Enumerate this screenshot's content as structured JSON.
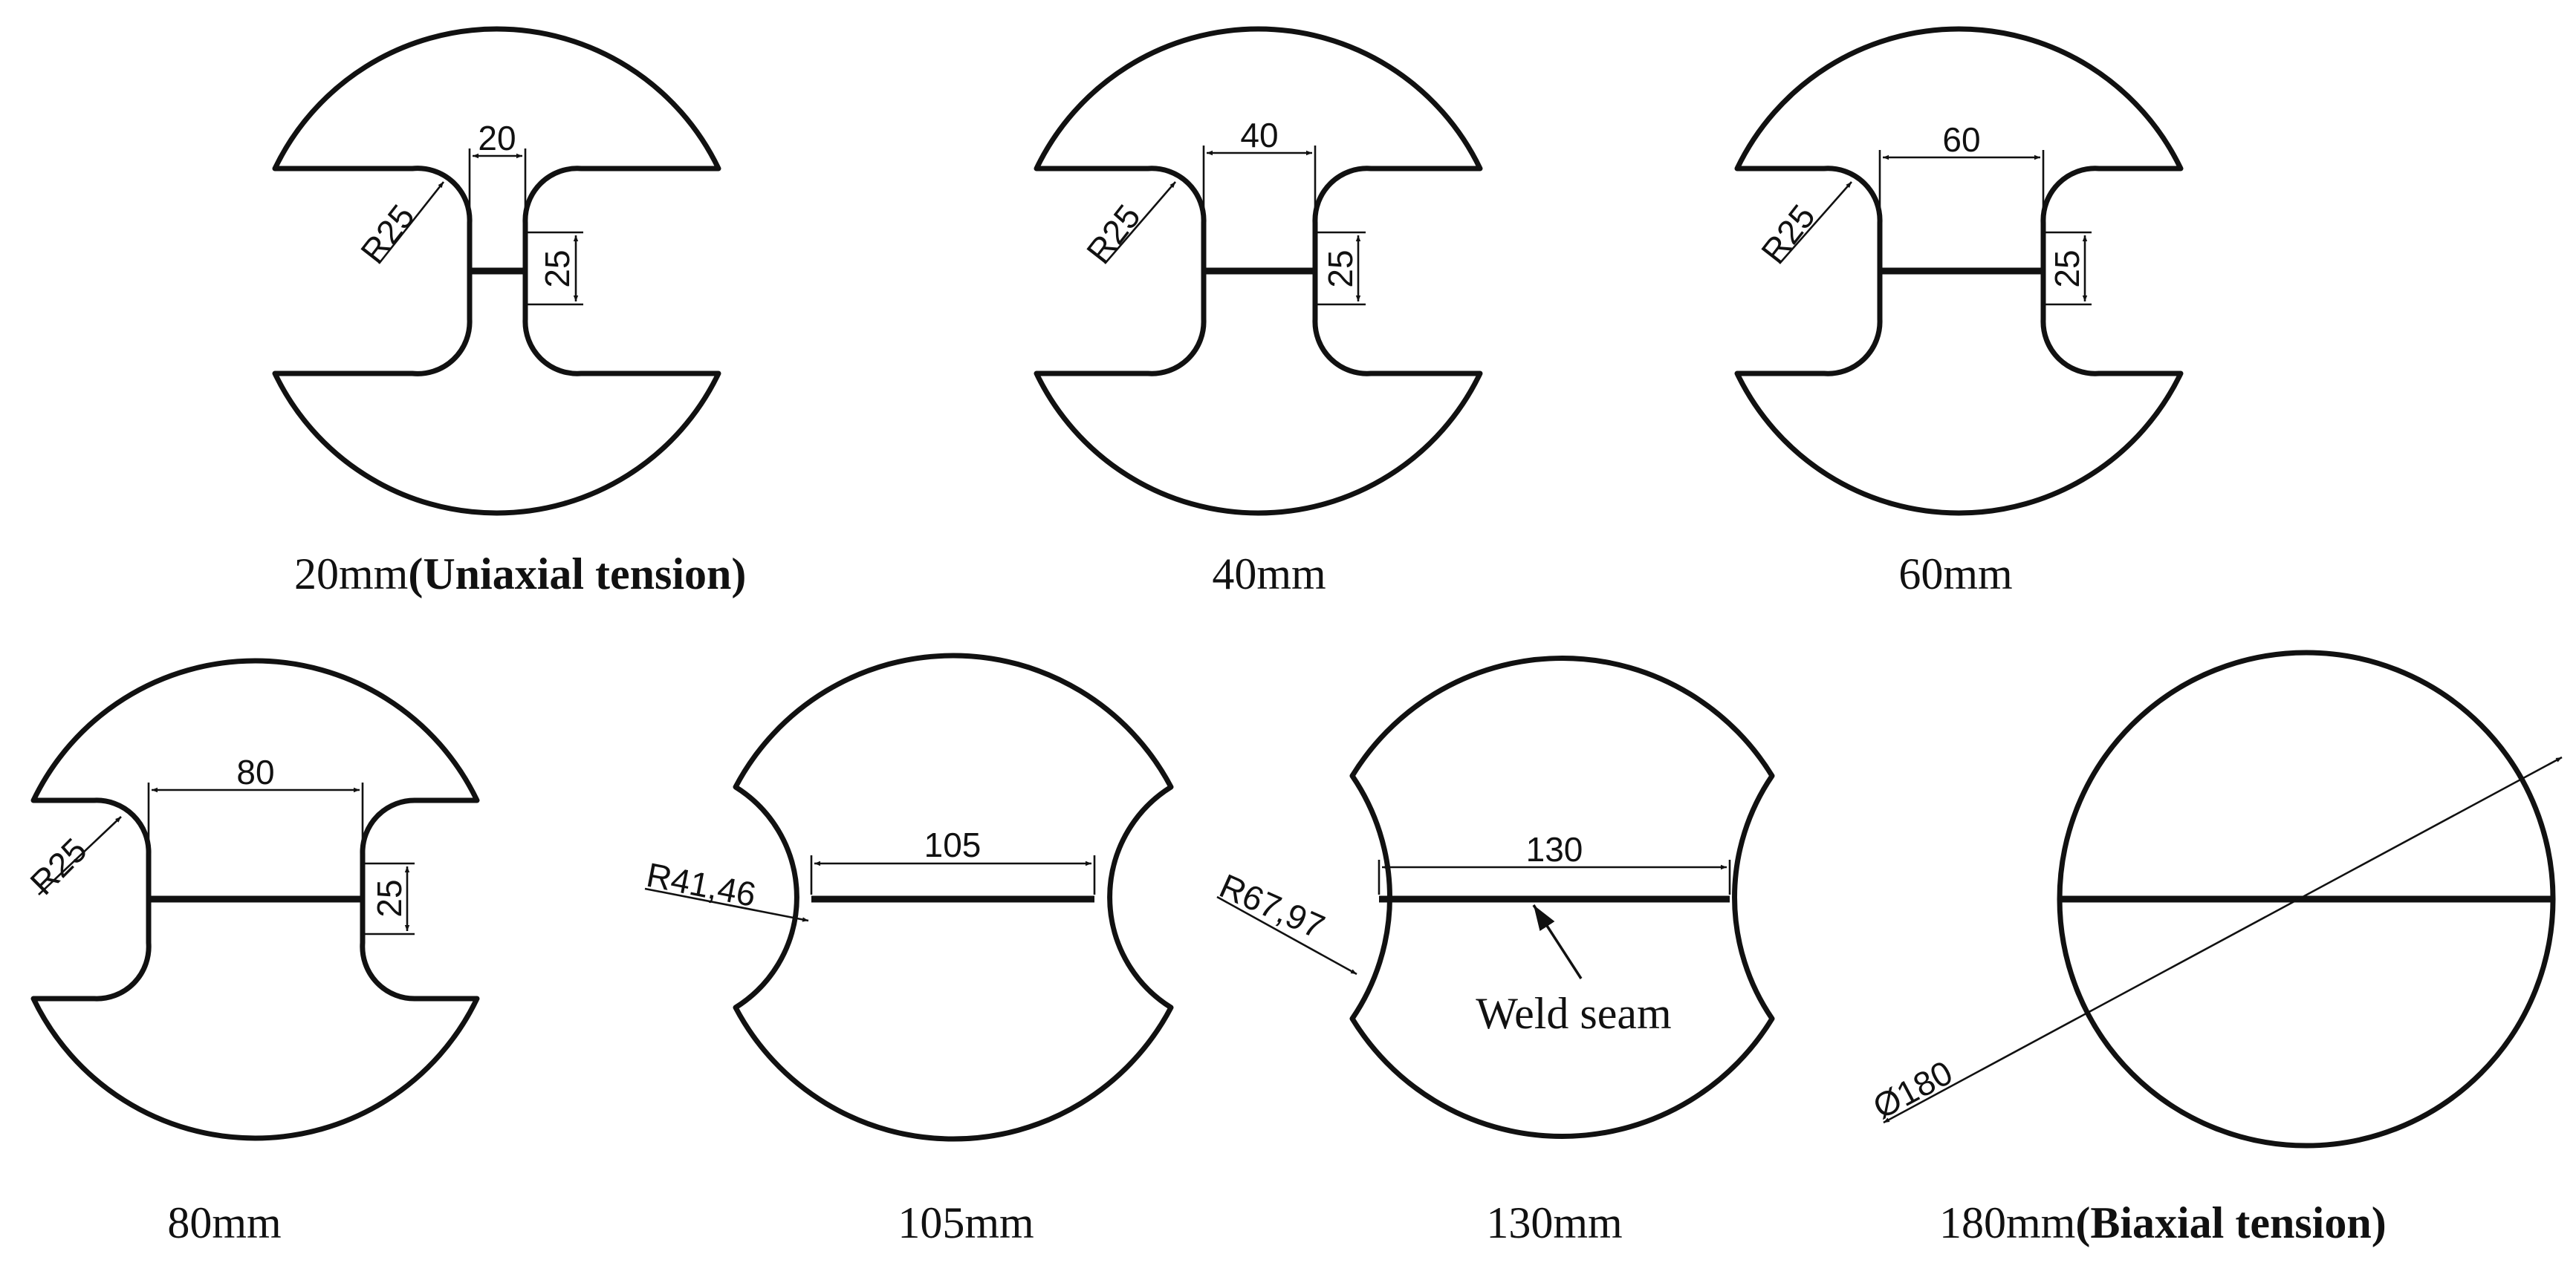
{
  "specimens": [
    {
      "id": "s20",
      "caption": "20mm",
      "caption_bold": "(Uniaxial tension)",
      "width_label": "20",
      "radius_label": "R25",
      "height_label": "25"
    },
    {
      "id": "s40",
      "caption": "40mm",
      "caption_bold": "",
      "width_label": "40",
      "radius_label": "R25",
      "height_label": "25"
    },
    {
      "id": "s60",
      "caption": "60mm",
      "caption_bold": "",
      "width_label": "60",
      "radius_label": "R25",
      "height_label": "25"
    },
    {
      "id": "s80",
      "caption": "80mm",
      "caption_bold": "",
      "width_label": "80",
      "radius_label": "R25",
      "height_label": "25"
    },
    {
      "id": "s105",
      "caption": "105mm",
      "caption_bold": "",
      "width_label": "105",
      "radius_label": "R41,46"
    },
    {
      "id": "s130",
      "caption": "130mm",
      "caption_bold": "",
      "width_label": "130",
      "radius_label": "R67,97",
      "annotation": "Weld seam"
    },
    {
      "id": "s180",
      "caption": "180mm",
      "caption_bold": "(Biaxial tension)",
      "diameter_label": "Ø180"
    }
  ]
}
